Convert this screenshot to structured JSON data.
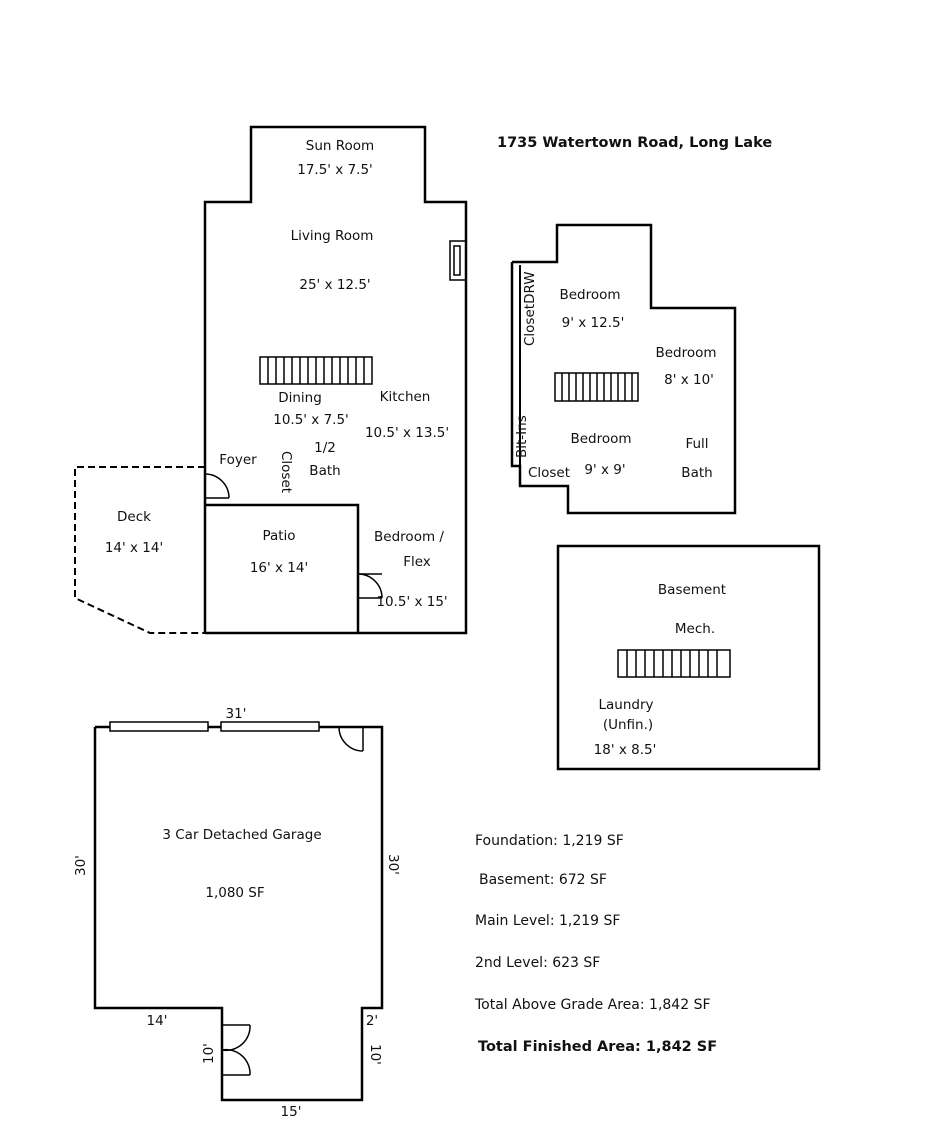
{
  "title": "1735 Watertown Road, Long Lake",
  "main_level": {
    "sun_room": {
      "name": "Sun Room",
      "dims": "17.5' x 7.5'"
    },
    "living_room": {
      "name": "Living Room",
      "dims": "25' x 12.5'"
    },
    "dining": {
      "name": "Dining",
      "dims": "10.5' x 7.5'"
    },
    "kitchen": {
      "name": "Kitchen",
      "dims": "10.5' x 13.5'"
    },
    "half_bath": {
      "line1": "1/2",
      "line2": "Bath"
    },
    "foyer": "Foyer",
    "closet": "Closet",
    "deck": {
      "name": "Deck",
      "dims": "14' x 14'"
    },
    "patio": {
      "name": "Patio",
      "dims": "16' x 14'"
    },
    "bedroom_flex": {
      "line1": "Bedroom /",
      "line2": "Flex",
      "dims": "10.5' x 15'"
    }
  },
  "upper_level": {
    "closet_drw": "ClosetDRW",
    "blt_ins": "Blt-Ins",
    "bedroom1": {
      "name": "Bedroom",
      "dims": "9' x 12.5'"
    },
    "bedroom2": {
      "name": "Bedroom",
      "dims": "8' x 10'"
    },
    "bedroom3": {
      "name": "Bedroom",
      "dims": "9' x 9'"
    },
    "closet": "Closet",
    "full_bath": {
      "line1": "Full",
      "line2": "Bath"
    }
  },
  "basement": {
    "name": "Basement",
    "mech": "Mech.",
    "laundry": {
      "line1": "Laundry",
      "line2": "(Unfin.)",
      "dims": "18' x 8.5'"
    }
  },
  "garage": {
    "name": "3 Car Detached Garage",
    "area": "1,080 SF",
    "dim_top": "31'",
    "dim_left": "30'",
    "dim_right": "30'",
    "dim_bottom_left": "14'",
    "dim_notch_right": "2'",
    "dim_notch_left_height": "10'",
    "dim_notch_right_height": "10'",
    "dim_bottom": "15'"
  },
  "summary": {
    "foundation": "Foundation: 1,219 SF",
    "basement": "Basement: 672 SF",
    "main_level": "Main Level: 1,219 SF",
    "second_level": "2nd Level: 623 SF",
    "total_above_grade": "Total Above Grade Area: 1,842 SF",
    "total_finished": "Total Finished Area: 1,842 SF"
  }
}
